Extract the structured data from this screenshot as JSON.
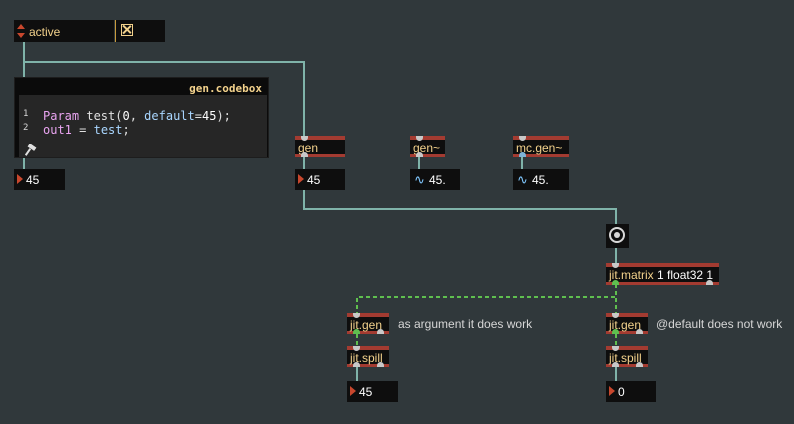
{
  "umenu": {
    "value": "active"
  },
  "toggle": {
    "checked": true
  },
  "codebox": {
    "title": "gen.codebox",
    "lines": [
      {
        "num": "1",
        "parts": [
          "Param",
          " test(",
          "0",
          ", ",
          "default",
          "=",
          "45",
          ");"
        ]
      },
      {
        "num": "2",
        "parts": [
          "out1",
          " = ",
          "test",
          ";"
        ]
      }
    ]
  },
  "objects": {
    "gen": "gen",
    "gen_sig": "gen~",
    "mc_gen_sig": "mc.gen~",
    "jit_matrix_name": "jit.matrix",
    "jit_matrix_args": "1 float32 1",
    "jit_gen_left": "jit.gen",
    "jit_spill_left": "jit.spill",
    "jit_gen_right": "jit.gen",
    "jit_spill_right": "jit.spill"
  },
  "numbers": {
    "codebox_out": "45",
    "gen_out": "45",
    "gen_sig_out": "45.",
    "mc_gen_sig_out": "45.",
    "jit_left_out": "45",
    "jit_right_out": "0"
  },
  "comments": {
    "left": "as argument it does work",
    "right": "@default does not work"
  },
  "colors": {
    "background": "#30383b",
    "object_border": "#a33b31",
    "cord": "#7fb3a9",
    "matrix_cord": "#5fbf4f",
    "object_text": "#f3d28c"
  }
}
